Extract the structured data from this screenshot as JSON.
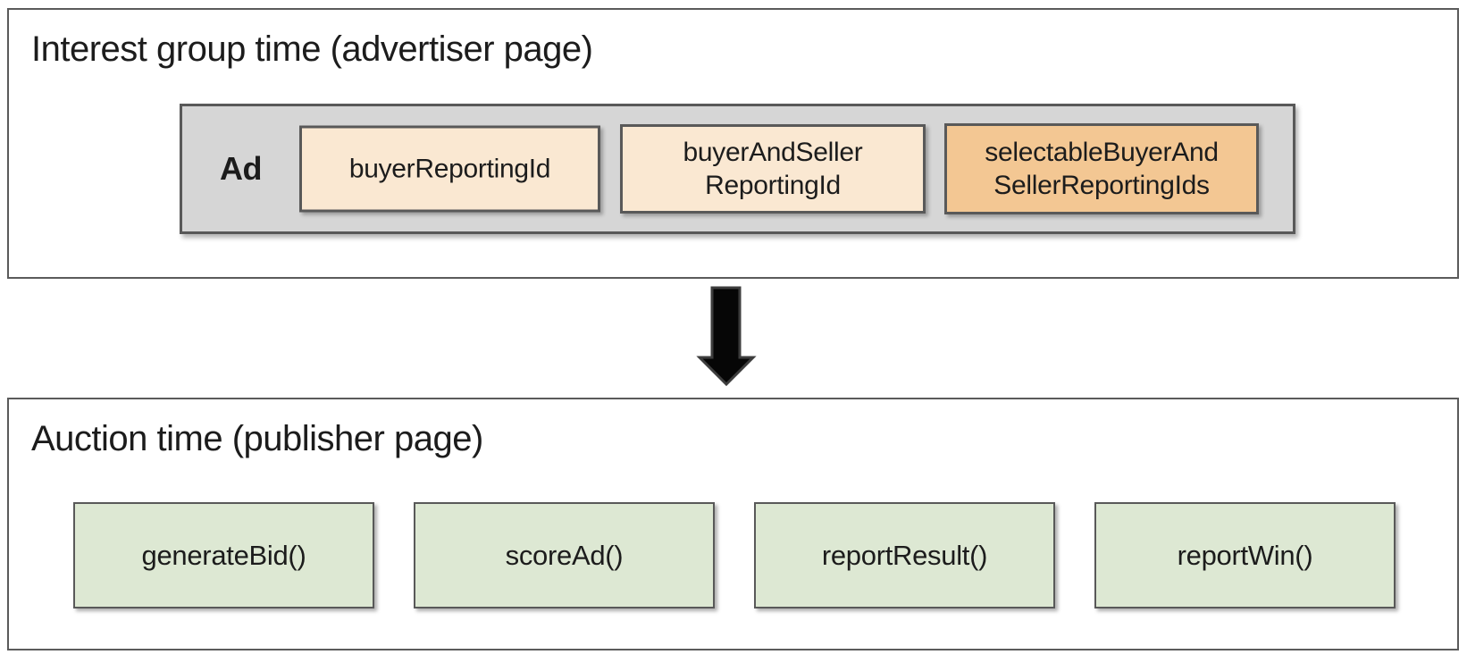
{
  "top_panel": {
    "title": "Interest group time (advertiser page)",
    "ad_label": "Ad",
    "boxes": [
      {
        "label": "buyerReportingId",
        "style": "peach"
      },
      {
        "label": "buyerAndSeller\nReportingId",
        "style": "peach"
      },
      {
        "label": "selectableBuyerAnd\nSellerReportingIds",
        "style": "orange"
      }
    ]
  },
  "arrow": {
    "icon": "down-arrow"
  },
  "bottom_panel": {
    "title": "Auction time (publisher page)",
    "functions": [
      {
        "label": "generateBid()"
      },
      {
        "label": "scoreAd()"
      },
      {
        "label": "reportResult()"
      },
      {
        "label": "reportWin()"
      }
    ]
  },
  "colors": {
    "panel-border": "#5b5b5b",
    "box-border": "#595959",
    "gray-fill": "#d6d6d6",
    "peach": "#fae8d2",
    "orange": "#f3c793",
    "green": "#dde8d3",
    "text": "#1c1c1c",
    "arrow-fill": "#060606",
    "arrow-stroke": "#3d3d3d",
    "page-bg": "#ffffff"
  }
}
